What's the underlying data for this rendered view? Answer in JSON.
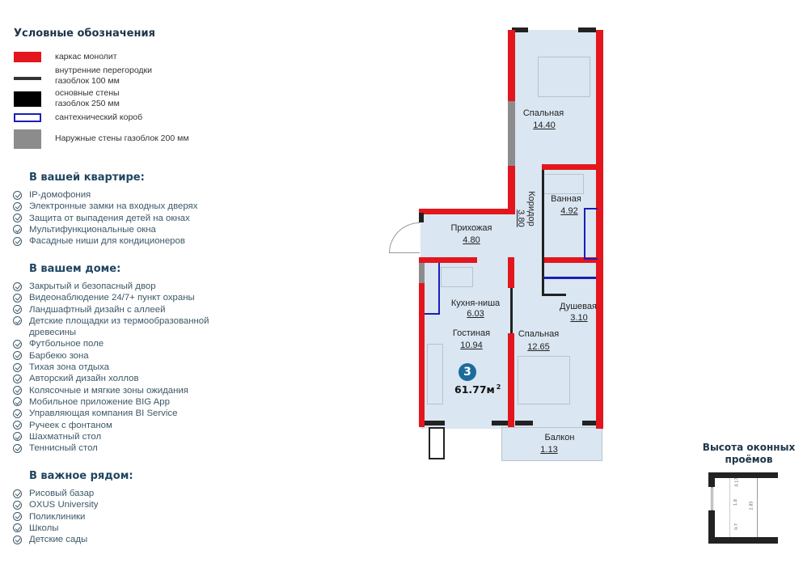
{
  "legend": {
    "title": "Условные обозначения",
    "items": [
      {
        "label": "каркас монолит",
        "color": "#e3161e"
      },
      {
        "label": "внутренние перегородки газоблок 100 мм",
        "color": "#333333"
      },
      {
        "label": "основные стены газоблок 250 мм",
        "color": "#000000"
      },
      {
        "label": "сантехнический короб",
        "color": "#1a1fb8"
      },
      {
        "label": "Наружные стены газоблок 200 мм",
        "color": "#8c8c8c"
      }
    ]
  },
  "apartment": {
    "title": "В вашей квартире:",
    "items": [
      "IP-домофония",
      "Электронные замки на входных дверях",
      "Защита от выпадения детей на окнах",
      "Мультифункциональные окна",
      "Фасадные ниши для кондиционеров"
    ]
  },
  "house": {
    "title": "В вашем доме:",
    "items": [
      "Закрытый и безопасный двор",
      "Видеонаблюдение 24/7+ пункт охраны",
      "Ландшафтный дизайн с аллеей",
      "Детские площадки из термообразованной древесины",
      "Футбольное поле",
      "Барбекю зона",
      "Тихая зона отдыха",
      "Авторский дизайн холлов",
      "Колясочные и мягкие зоны ожидания",
      "Мобильное приложение BIG App",
      "Управляющая компания BI Service",
      "Ручеек с фонтаном",
      "Шахматный стол",
      "Теннисный стол"
    ]
  },
  "nearby": {
    "title": "В важное рядом:",
    "items": [
      "Рисовый базар",
      "OXUS University",
      "Поликлиники",
      "Школы",
      "Детские сады"
    ]
  },
  "plan": {
    "rooms": [
      {
        "name": "Спальная",
        "area": "14.40"
      },
      {
        "name": "Коридор",
        "area": "3.80"
      },
      {
        "name": "Ванная",
        "area": "4.92"
      },
      {
        "name": "Прихожая",
        "area": "4.80"
      },
      {
        "name": "Кухня-ниша",
        "area": "6.03"
      },
      {
        "name": "Душевая",
        "area": "3.10"
      },
      {
        "name": "Гостиная",
        "area": "10.94"
      },
      {
        "name": "Спальная",
        "area": "12.65"
      },
      {
        "name": "Балкон",
        "area": "1.13"
      }
    ],
    "rooms_count": "3",
    "total_area": "61.77м",
    "area_sup": "2",
    "badge_color": "#1a6c9c"
  },
  "window": {
    "title": "Высота оконных проёмов",
    "dims": [
      "0.17",
      "1.8",
      "0.7",
      "2.85"
    ]
  }
}
